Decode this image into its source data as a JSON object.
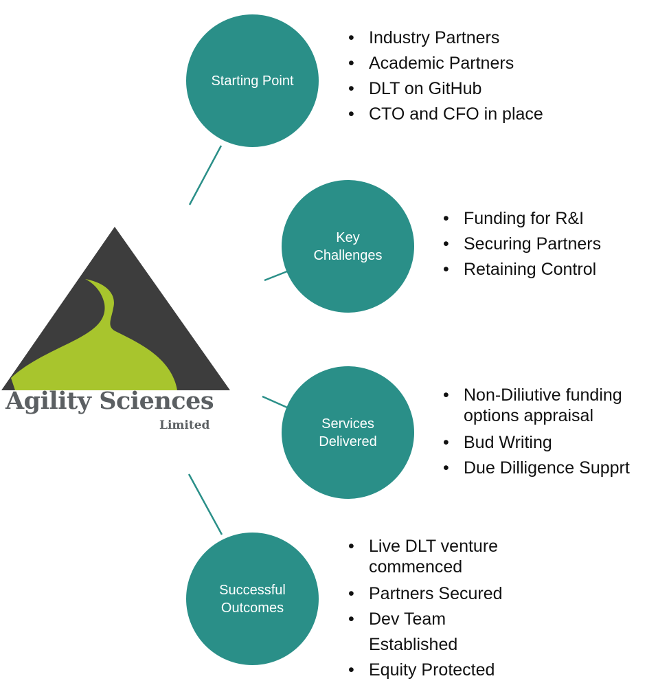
{
  "brand": {
    "name": "Agility Sciences",
    "subtitle": "Limited",
    "colors": {
      "triangle": "#3d3d3d",
      "road": "#a8c52d",
      "text": "#5b5f62"
    }
  },
  "accent_color": "#2a8f88",
  "stages": [
    {
      "title_lines": [
        "Starting Point"
      ],
      "items": [
        "Industry Partners",
        "Academic Partners",
        "DLT on GitHub",
        "CTO and CFO in place"
      ]
    },
    {
      "title_lines": [
        "Key",
        "Challenges"
      ],
      "items": [
        "Funding for R&I",
        "Securing Partners",
        "Retaining Control"
      ]
    },
    {
      "title_lines": [
        "Services",
        "Delivered"
      ],
      "items": [
        "Non-Diliutive funding options appraisal",
        "Bud Writing",
        "Due Dilligence Supprt"
      ]
    },
    {
      "title_lines": [
        "Successful",
        "Outcomes"
      ],
      "items": [
        "Live DLT venture commenced",
        "Partners Secured",
        "Dev Team Established",
        "Equity Protected"
      ]
    }
  ]
}
